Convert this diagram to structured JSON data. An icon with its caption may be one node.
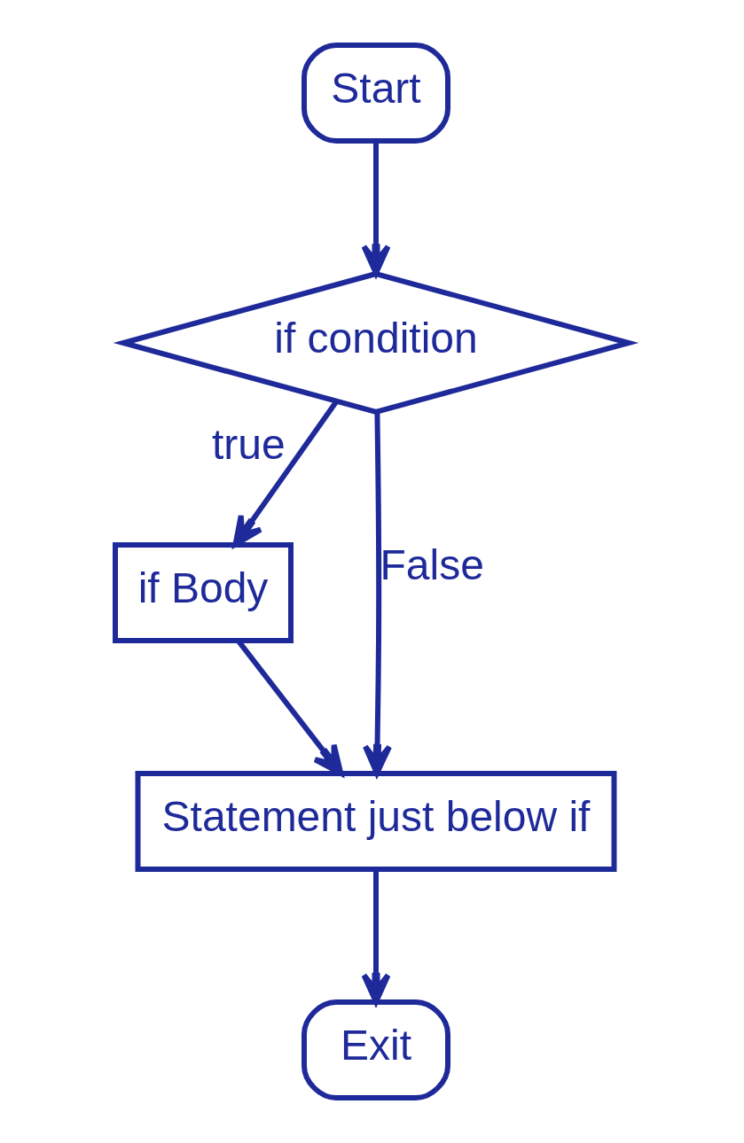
{
  "diagram": {
    "nodes": [
      {
        "text": [
          "Start"
        ]
      },
      {
        "text": [
          "if condition"
        ]
      },
      {
        "text": [
          "if Body"
        ]
      },
      {
        "text": [
          "Statement just below if"
        ]
      },
      {
        "text": [
          "Exit"
        ]
      }
    ],
    "edges": [
      {
        "from": 0,
        "to": 1,
        "arrow": "to"
      },
      {
        "from": 1,
        "to": 2,
        "arrow": "to",
        "label": "true"
      },
      {
        "from": 1,
        "to": 3,
        "arrow": "to",
        "label": "False"
      },
      {
        "from": 2,
        "to": 3,
        "arrow": "to"
      },
      {
        "from": 3,
        "to": 4,
        "arrow": "to"
      }
    ]
  }
}
